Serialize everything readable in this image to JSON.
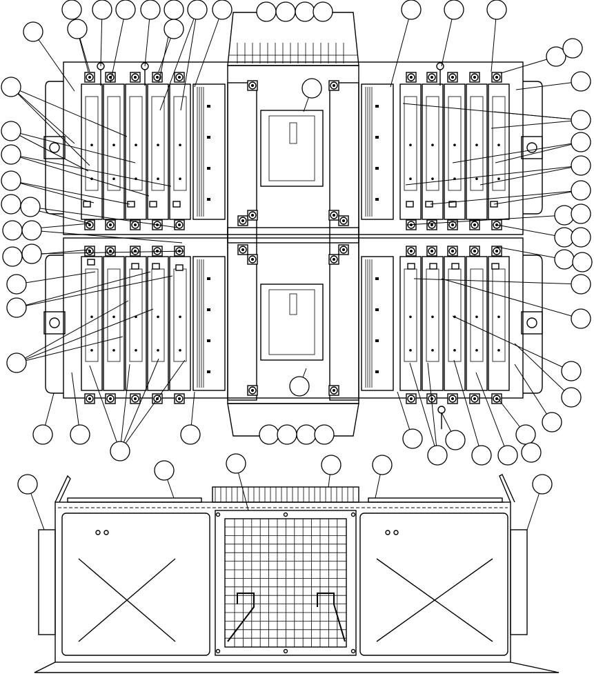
{
  "diagram": {
    "kind": "exploded-parts-illustration",
    "views": [
      "plan-view-upper-assembly",
      "front-elevation-lower-assembly"
    ],
    "callouts_labeled": false,
    "line_color": "#000000",
    "background_color": "#ffffff"
  }
}
